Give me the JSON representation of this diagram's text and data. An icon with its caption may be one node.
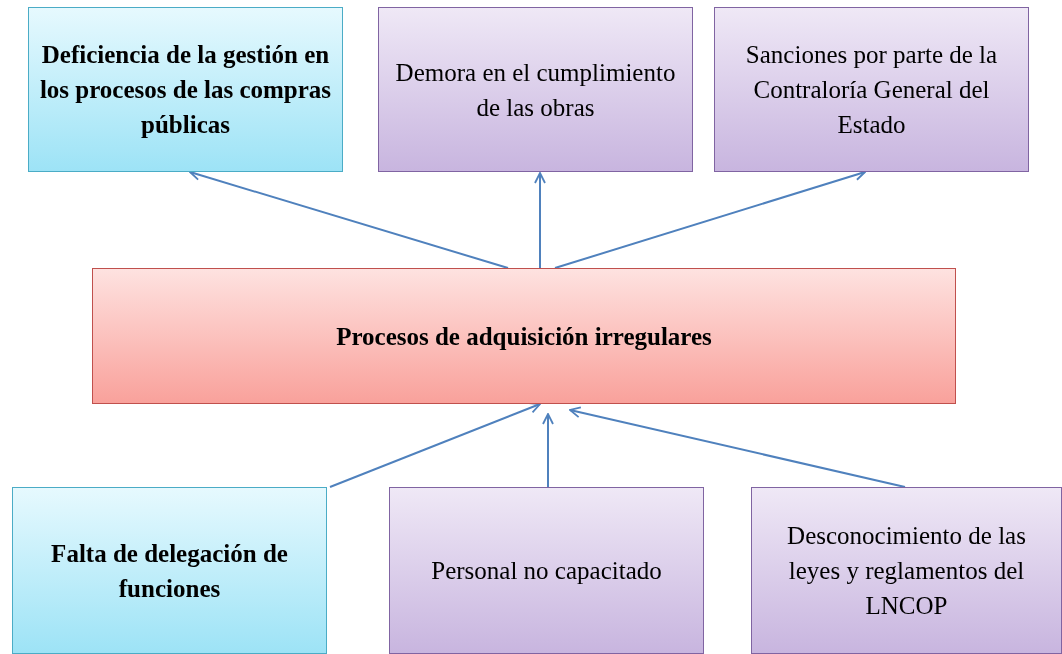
{
  "diagram": {
    "nodes": [
      {
        "text": [
          "Deficiencia de la gestión en los procesos de las compras públicas"
        ]
      },
      {
        "text": [
          "Demora en el cumplimiento de las obras"
        ]
      },
      {
        "text": [
          "Sanciones por parte de la Contraloría General del Estado"
        ]
      },
      {
        "text": [
          "Procesos de adquisición irregulares"
        ]
      },
      {
        "text": [
          "Falta de delegación de funciones"
        ]
      },
      {
        "text": [
          "Personal no capacitado"
        ]
      },
      {
        "text": [
          "Desconocimiento de las leyes y reglamentos del LNCOP"
        ]
      }
    ],
    "edges": [
      {
        "from": 3,
        "to": 0,
        "arrow": "to"
      },
      {
        "from": 3,
        "to": 1,
        "arrow": "to"
      },
      {
        "from": 3,
        "to": 2,
        "arrow": "to"
      },
      {
        "from": 4,
        "to": 3,
        "arrow": "to"
      },
      {
        "from": 5,
        "to": 3,
        "arrow": "to"
      },
      {
        "from": 6,
        "to": 3,
        "arrow": "to"
      }
    ]
  }
}
